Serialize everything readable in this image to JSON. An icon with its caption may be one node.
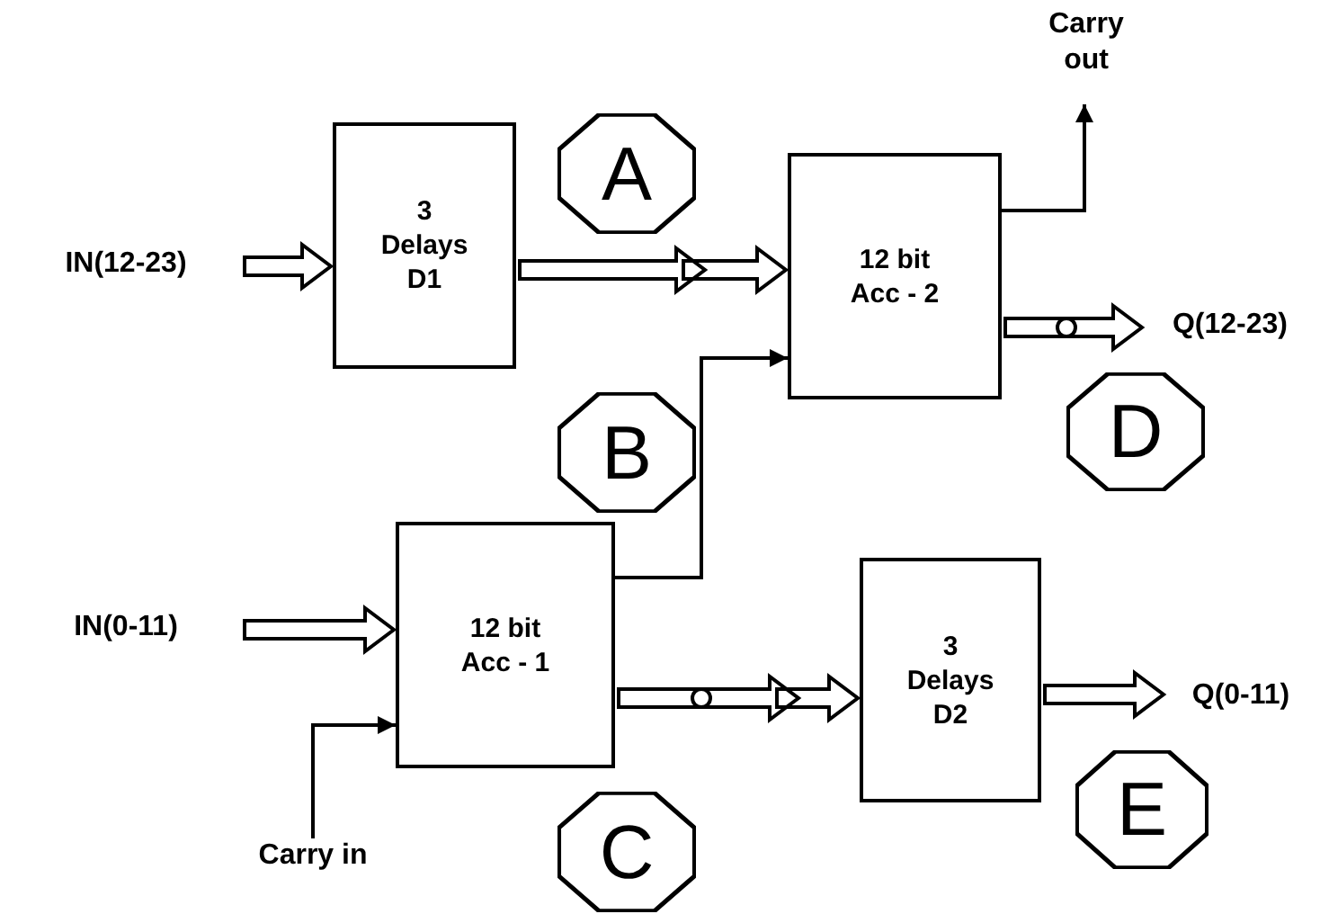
{
  "diagram": {
    "nodes": [
      {
        "text": [
          "IN(12-23)"
        ]
      },
      {
        "text": [
          "3 Delays D1"
        ]
      },
      {
        "text": [
          "A"
        ]
      },
      {
        "text": [
          "12 bit Acc - 2"
        ]
      },
      {
        "text": [
          "Carry out"
        ]
      },
      {
        "text": [
          "Q(12-23)"
        ]
      },
      {
        "text": [
          "B"
        ]
      },
      {
        "text": [
          "D"
        ]
      },
      {
        "text": [
          "IN(0-11)"
        ]
      },
      {
        "text": [
          "12 bit Acc - 1"
        ]
      },
      {
        "text": [
          "3 Delays D2"
        ]
      },
      {
        "text": [
          "Q(0-11)"
        ]
      },
      {
        "text": [
          "C"
        ]
      },
      {
        "text": [
          "E"
        ]
      },
      {
        "text": [
          "Carry in"
        ]
      }
    ],
    "edges": [
      {
        "from": 0,
        "to": 1,
        "arrow": "to",
        "style": "thick"
      },
      {
        "from": 1,
        "to": 3,
        "arrow": "to",
        "style": "thick"
      },
      {
        "from": 9,
        "to": 3,
        "arrow": "to"
      },
      {
        "from": 3,
        "to": 4,
        "arrow": "to"
      },
      {
        "from": 3,
        "to": 5,
        "arrow": "to",
        "style": "thick"
      },
      {
        "from": 8,
        "to": 9,
        "arrow": "to",
        "style": "thick"
      },
      {
        "from": 14,
        "to": 9,
        "arrow": "to"
      },
      {
        "from": 9,
        "to": 10,
        "arrow": "to",
        "style": "thick"
      },
      {
        "from": 10,
        "to": 11,
        "arrow": "to",
        "style": "thick"
      }
    ]
  }
}
